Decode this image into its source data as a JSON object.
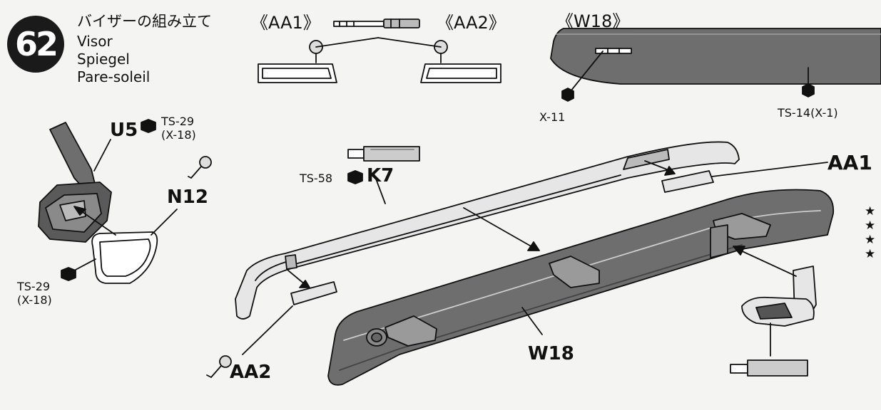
{
  "step": {
    "number": "62",
    "title_jp": "バイザーの組み立て",
    "title_en": "Visor",
    "title_de": "Spiegel",
    "title_fr": "Pare-soleil"
  },
  "headers": {
    "aa1": "《AA1》",
    "aa2": "《AA2》",
    "w18": "《W18》"
  },
  "parts": {
    "u5": "U5",
    "n12": "N12",
    "k7": "K7",
    "aa1": "AA1",
    "aa2": "AA2",
    "w18": "W18"
  },
  "paints": {
    "ts29_top": "TS-29",
    "x18_top": "(X-18)",
    "ts29_bottom": "TS-29",
    "x18_bottom": "(X-18)",
    "ts58": "TS-58",
    "x11": "X-11",
    "ts14": "TS-14(X-1)"
  },
  "stars": [
    "★",
    "★",
    "★",
    "★"
  ],
  "colors": {
    "dark_part": "#6e6e6e",
    "light_part": "#e6e6e6",
    "ink": "#111111"
  }
}
